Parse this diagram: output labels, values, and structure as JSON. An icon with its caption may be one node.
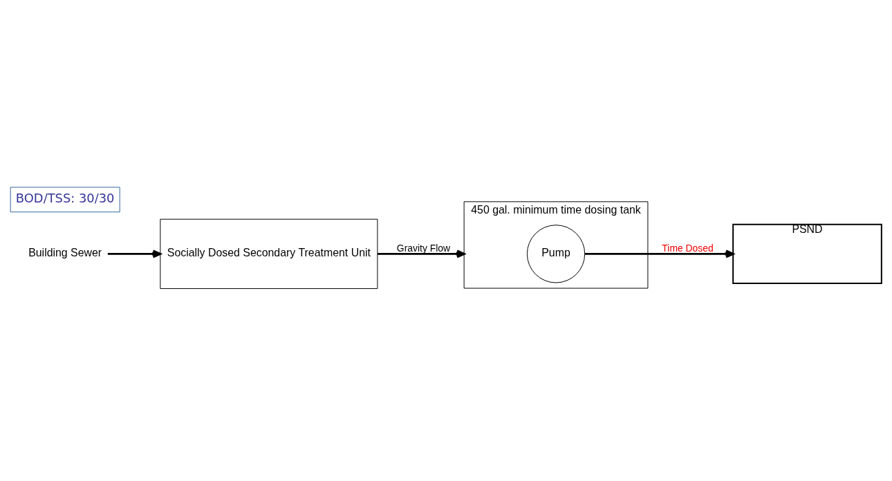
{
  "diagram": {
    "nodes": [
      {
        "text": [
          "Building Sewer"
        ]
      },
      {
        "text": [
          "Socially Dosed Secondary Treatment Unit"
        ]
      },
      {
        "text": [
          "450 gal. minimum time dosing tank"
        ]
      },
      {
        "text": [
          "Pump"
        ],
        "in": 2
      },
      {
        "text": [
          "PSND"
        ]
      },
      {
        "text": [
          "BOD/TSS: 30/30"
        ]
      }
    ],
    "edges": [
      {
        "from": 0,
        "to": 1,
        "arrow": "to"
      },
      {
        "from": 1,
        "to": 2,
        "arrow": "to",
        "label": "Gravity Flow"
      },
      {
        "from": 3,
        "to": 4,
        "arrow": "to",
        "label": "Time Dosed"
      }
    ]
  }
}
